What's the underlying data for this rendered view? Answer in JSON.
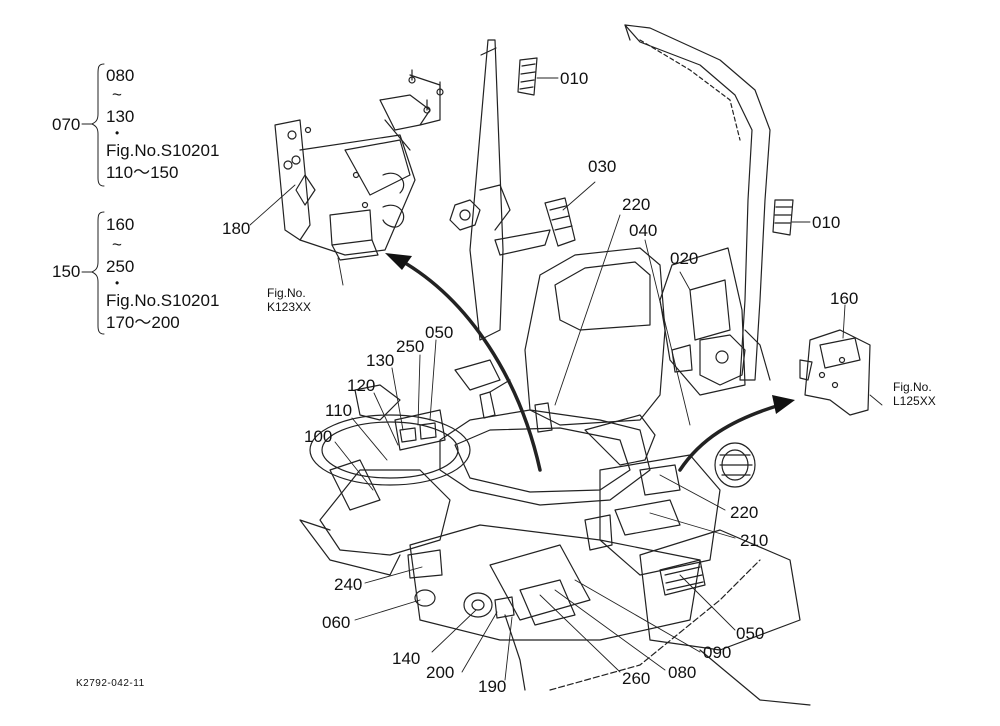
{
  "drawing_code": "K2792-042-11",
  "legend_groups": [
    {
      "key": "070",
      "lines": [
        "080",
        "~",
        "130",
        "•",
        "Fig.No.S10201",
        "110～150"
      ]
    },
    {
      "key": "150",
      "lines": [
        "160",
        "~",
        "250",
        "•",
        "Fig.No.S10201",
        "170～200"
      ]
    }
  ],
  "figure_refs": [
    {
      "lines": [
        "Fig.No.",
        "K123XX"
      ]
    },
    {
      "lines": [
        "Fig.No.",
        "L125XX"
      ]
    }
  ],
  "callouts": [
    "010",
    "010",
    "030",
    "220",
    "040",
    "020",
    "160",
    "180",
    "050",
    "250",
    "130",
    "120",
    "110",
    "100",
    "220",
    "210",
    "240",
    "060",
    "050",
    "140",
    "200",
    "190",
    "260",
    "080",
    "090"
  ]
}
